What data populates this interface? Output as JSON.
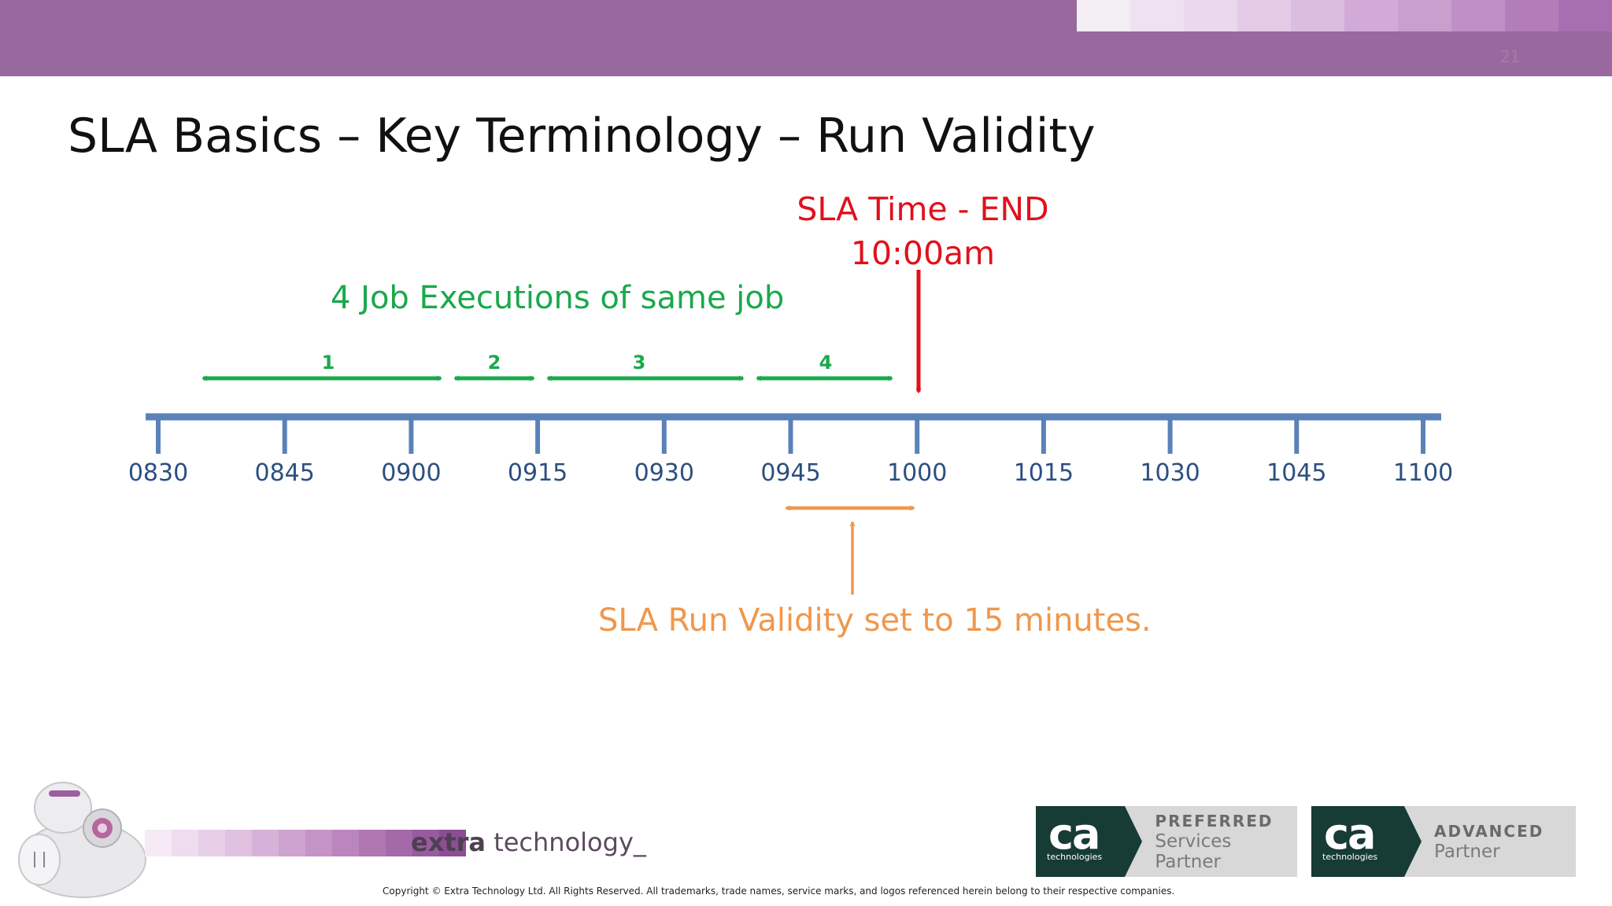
{
  "slide": {
    "number": "21",
    "title": "SLA Basics – Key Terminology – Run Validity"
  },
  "diagram": {
    "sla_end_line1": "SLA Time - END",
    "sla_end_line2": "10:00am",
    "executions_label": "4 Job Executions of same job",
    "run_validity_label": "SLA Run Validity set to 15 minutes.",
    "ticks": [
      "0830",
      "0845",
      "0900",
      "0915",
      "0930",
      "0945",
      "1000",
      "1015",
      "1030",
      "1045",
      "1100"
    ],
    "segments": [
      "1",
      "2",
      "3",
      "4"
    ],
    "colors": {
      "axis": "#5a82b8",
      "tick_label": "#2c4f80",
      "executions": "#1aa84c",
      "sla_end": "#e0111b",
      "run_validity": "#f0974c"
    }
  },
  "footer": {
    "brand_bold": "extra",
    "brand_regular": " technology_",
    "copyright": "Copyright © Extra Technology Ltd. All Rights Reserved. All trademarks, trade names, service marks, and logos referenced herein belong to their respective companies.",
    "badge1": {
      "logo": "ca",
      "logo_sub": "technologies",
      "line1": "PREFERRED",
      "line2": "Services Partner"
    },
    "badge2": {
      "logo": "ca",
      "logo_sub": "technologies",
      "line1": "ADVANCED",
      "line2": "Partner"
    }
  }
}
